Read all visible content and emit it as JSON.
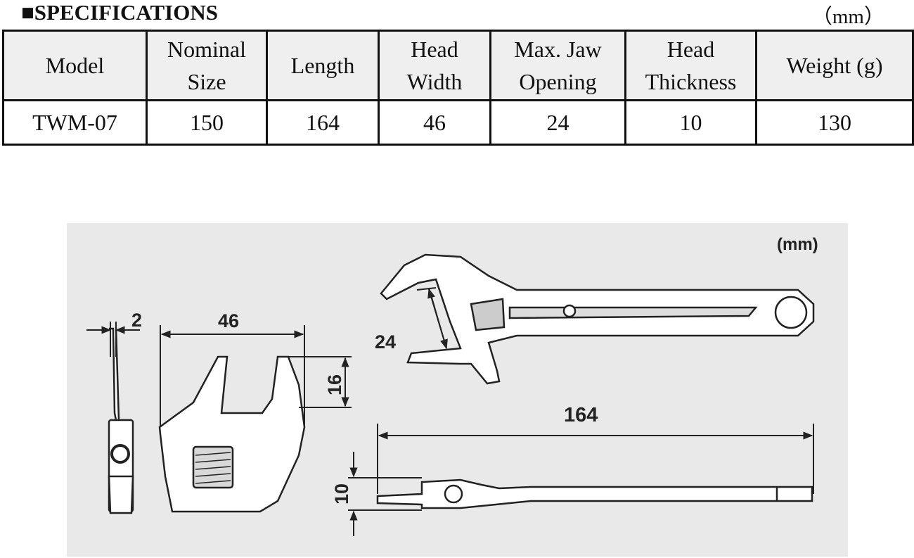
{
  "header": {
    "title": "■SPECIFICATIONS",
    "unit": "（mm）"
  },
  "table": {
    "columns": [
      [
        "Model"
      ],
      [
        "Nominal",
        "Size"
      ],
      [
        "Length"
      ],
      [
        "Head",
        "Width"
      ],
      [
        "Max. Jaw",
        "Opening"
      ],
      [
        "Head",
        "Thickness"
      ],
      [
        "Weight (g)"
      ]
    ],
    "rows": [
      [
        "TWM-07",
        "150",
        "164",
        "46",
        "24",
        "10",
        "130"
      ]
    ]
  },
  "diagram": {
    "unit": "(mm)",
    "dim_2": "2",
    "dim_46": "46",
    "dim_16": "16",
    "dim_24": "24",
    "dim_164": "164",
    "dim_10": "10"
  },
  "colors": {
    "diagram_bg": "#e9e9e9",
    "header_bg": "#efefef",
    "line": "#111111"
  }
}
